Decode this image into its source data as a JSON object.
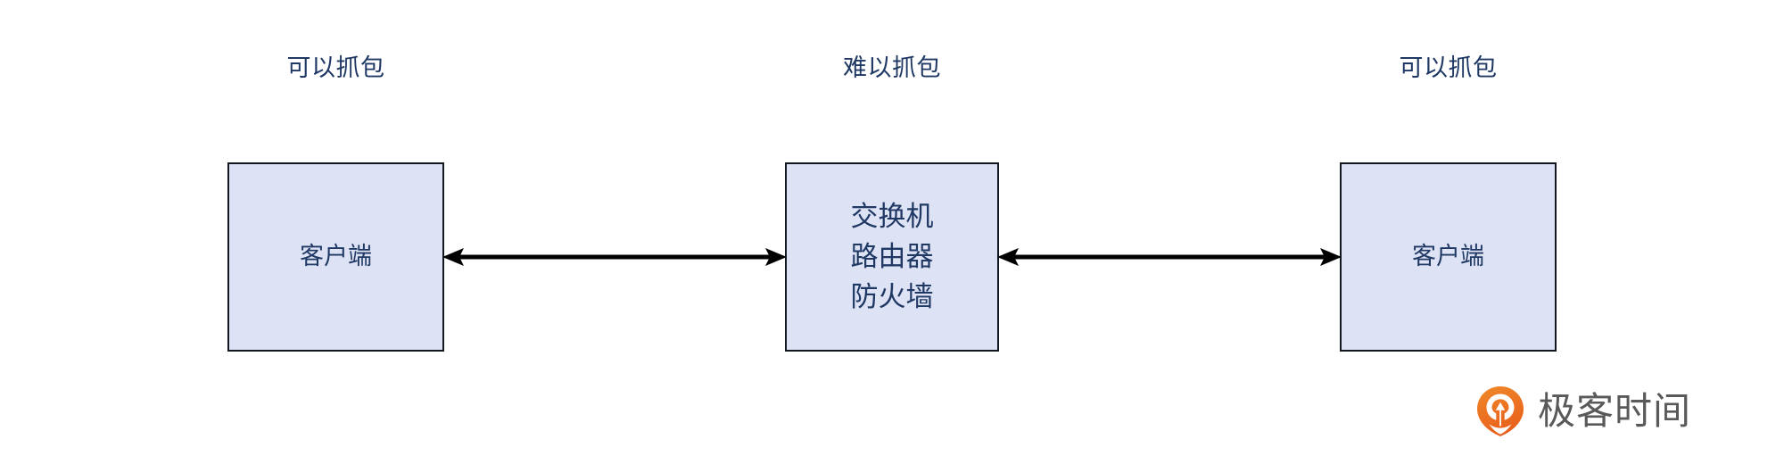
{
  "diagram": {
    "background_color": "#ffffff",
    "node_fill_color": "#dde3f4",
    "node_border_color": "#13171f",
    "text_color": "#1f3864",
    "arrow_color": "#000000",
    "labels": {
      "left": "可以抓包",
      "center": "难以抓包",
      "right": "可以抓包"
    },
    "nodes": {
      "client_left": {
        "label": "客户端"
      },
      "network_middle": {
        "lines": [
          "交换机",
          "路由器",
          "防火墙"
        ],
        "line1": "交换机",
        "line2": "路由器",
        "line3": "防火墙"
      },
      "client_right": {
        "label": "客户端"
      }
    },
    "connectors": [
      {
        "id": "left-center",
        "from": "client_left",
        "to": "network_middle",
        "direction": "bidirectional"
      },
      {
        "id": "center-right",
        "from": "network_middle",
        "to": "client_right",
        "direction": "bidirectional"
      }
    ]
  },
  "watermark": {
    "text": "极客时间",
    "logo_color": "#ef7622",
    "text_color": "#595959",
    "icon_name": "geektime-pin-logo"
  }
}
